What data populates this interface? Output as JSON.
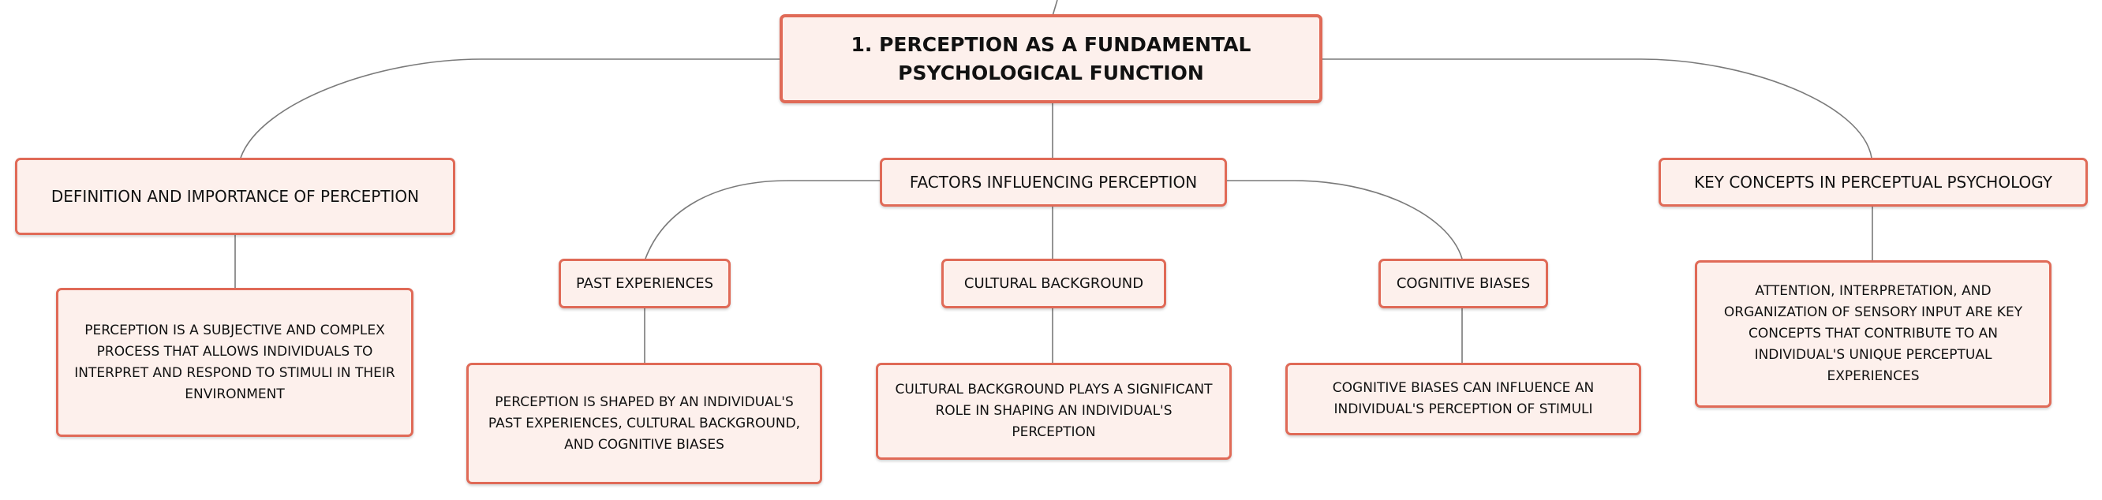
{
  "root": {
    "title": "1. PERCEPTION AS A FUNDAMENTAL PSYCHOLOGICAL FUNCTION"
  },
  "definition": {
    "title": "DEFINITION AND IMPORTANCE OF PERCEPTION",
    "detail": "PERCEPTION IS A SUBJECTIVE AND COMPLEX PROCESS THAT ALLOWS INDIVIDUALS TO INTERPRET AND RESPOND TO STIMULI IN THEIR ENVIRONMENT"
  },
  "factors": {
    "title": "FACTORS INFLUENCING PERCEPTION",
    "past": {
      "title": "PAST EXPERIENCES",
      "detail": "PERCEPTION IS SHAPED BY AN INDIVIDUAL'S PAST EXPERIENCES, CULTURAL BACKGROUND, AND COGNITIVE BIASES"
    },
    "cultural": {
      "title": "CULTURAL BACKGROUND",
      "detail": "CULTURAL BACKGROUND PLAYS A SIGNIFICANT ROLE IN SHAPING AN INDIVIDUAL'S PERCEPTION"
    },
    "biases": {
      "title": "COGNITIVE BIASES",
      "detail": "COGNITIVE BIASES CAN INFLUENCE AN INDIVIDUAL'S PERCEPTION OF STIMULI"
    }
  },
  "key_concepts": {
    "title": "KEY CONCEPTS IN PERCEPTUAL PSYCHOLOGY",
    "detail": "ATTENTION, INTERPRETATION, AND ORGANIZATION OF SENSORY INPUT ARE KEY CONCEPTS THAT CONTRIBUTE TO AN INDIVIDUAL'S UNIQUE PERCEPTUAL EXPERIENCES"
  },
  "colors": {
    "border": "#e06a57",
    "fill": "#fdf0ec",
    "connector": "#7a7a7a"
  }
}
